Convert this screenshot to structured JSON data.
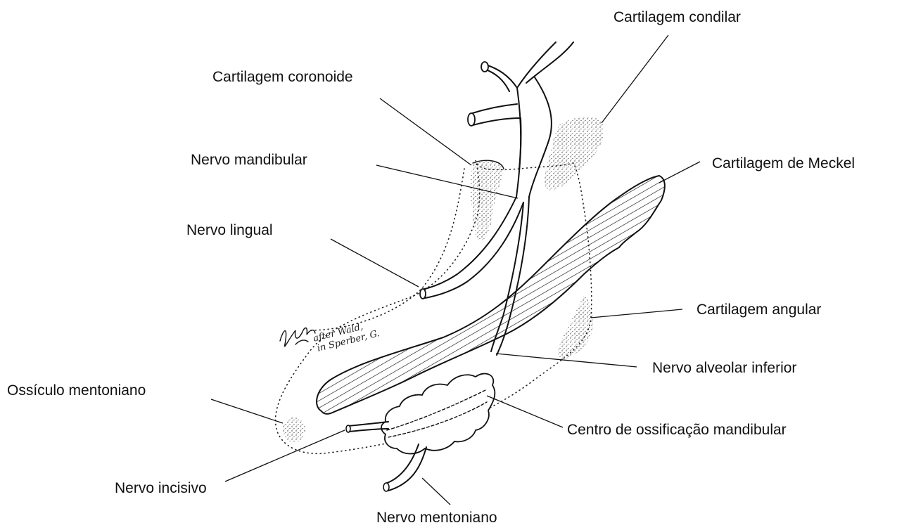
{
  "labels": {
    "cartilagem_condilar": "Cartilagem condilar",
    "cartilagem_coronoide": "Cartilagem coronoide",
    "nervo_mandibular": "Nervo mandibular",
    "cartilagem_de_meckel": "Cartilagem de Meckel",
    "nervo_lingual": "Nervo lingual",
    "cartilagem_angular": "Cartilagem angular",
    "nervo_alveolar_inferior": "Nervo alveolar inferior",
    "ossiculo_mentoniano": "Ossículo mentoniano",
    "centro_de_ossificacao_mandibular": "Centro de ossificação mandibular",
    "nervo_incisivo": "Nervo incisivo",
    "nervo_mentoniano": "Nervo mentoniano"
  },
  "signature": {
    "line1": "after Wald,",
    "line2": "in Sperber, G."
  }
}
